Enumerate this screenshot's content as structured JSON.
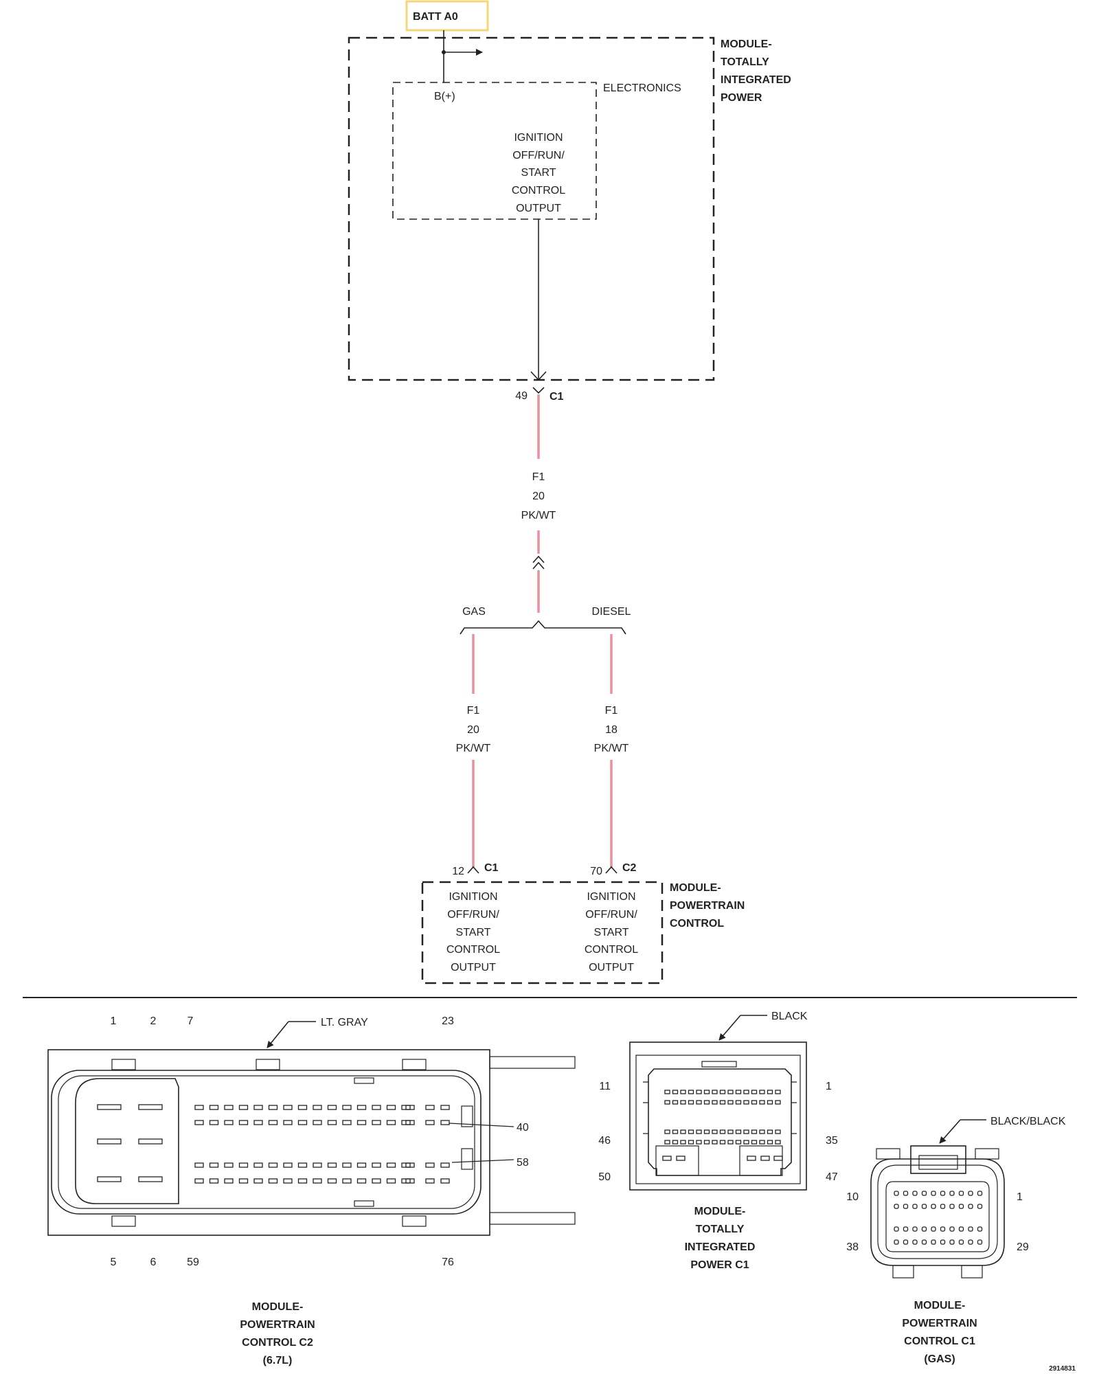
{
  "batt": {
    "label": "BATT A0",
    "highlight_color": "#f5d77a"
  },
  "tipm": {
    "name_lines": [
      "MODULE-",
      "TOTALLY",
      "INTEGRATED",
      "POWER"
    ],
    "electronics_label": "ELECTRONICS",
    "bplus_label": "B(+)",
    "output_lines": [
      "IGNITION",
      "OFF/RUN/",
      "START",
      "CONTROL",
      "OUTPUT"
    ],
    "pin": "49",
    "connector": "C1"
  },
  "wire_top": {
    "circuit": "F1",
    "gauge": "20",
    "color": "PK/WT"
  },
  "branch": {
    "left": "GAS",
    "right": "DIESEL"
  },
  "wire_gas": {
    "circuit": "F1",
    "gauge": "20",
    "color": "PK/WT"
  },
  "wire_diesel": {
    "circuit": "F1",
    "gauge": "18",
    "color": "PK/WT"
  },
  "wire_color_hex": "#e8919e",
  "pcm": {
    "name_lines": [
      "MODULE-",
      "POWERTRAIN",
      "CONTROL"
    ],
    "left": {
      "pin": "12",
      "connector": "C1",
      "output_lines": [
        "IGNITION",
        "OFF/RUN/",
        "START",
        "CONTROL",
        "OUTPUT"
      ]
    },
    "right": {
      "pin": "70",
      "connector": "C2",
      "output_lines": [
        "IGNITION",
        "OFF/RUN/",
        "START",
        "CONTROL",
        "OUTPUT"
      ]
    }
  },
  "conn_pcm_c2": {
    "color_label": "LT. GRAY",
    "top_pins": [
      "1",
      "2",
      "7",
      "23"
    ],
    "bottom_pins": [
      "5",
      "6",
      "59",
      "76"
    ],
    "side_pins": [
      "40",
      "58"
    ],
    "caption_lines": [
      "MODULE-",
      "POWERTRAIN",
      "CONTROL C2",
      "(6.7L)"
    ]
  },
  "conn_tipm_c1": {
    "color_label": "BLACK",
    "left_pins": [
      "11",
      "46",
      "50"
    ],
    "right_pins": [
      "1",
      "35",
      "47"
    ],
    "caption_lines": [
      "MODULE-",
      "TOTALLY",
      "INTEGRATED",
      "POWER C1"
    ]
  },
  "conn_pcm_c1": {
    "color_label": "BLACK/BLACK",
    "left_pins": [
      "10",
      "38"
    ],
    "right_pins": [
      "1",
      "29"
    ],
    "caption_lines": [
      "MODULE-",
      "POWERTRAIN",
      "CONTROL C1",
      "(GAS)"
    ]
  },
  "figure_id": "2914831"
}
